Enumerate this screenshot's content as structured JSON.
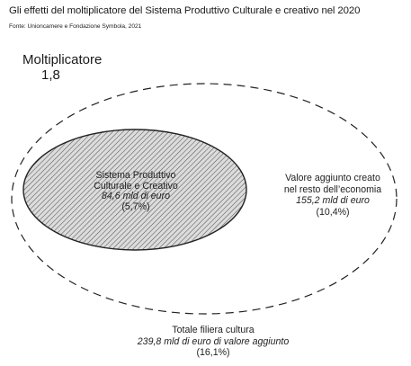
{
  "header": {
    "title": "Gli effetti del moltiplicatore del Sistema Produttivo Culturale e creativo nel 2020",
    "source": "Fonte: Unioncamere e Fondazione Symbola, 2021"
  },
  "multiplier": {
    "label": "Moltiplicatore",
    "value": "1,8"
  },
  "inner_ellipse": {
    "line1": "Sistema Produttivo",
    "line2": "Culturale e Creativo",
    "value": "84,6 mld di euro",
    "share": "(5,7%)"
  },
  "outer_ellipse": {
    "line1": "Valore aggiunto creato",
    "line2": "nel resto dell’economia",
    "value": "155,2 mld di euro",
    "share": "(10,4%)"
  },
  "total": {
    "line1": "Totale filiera cultura",
    "value": "239,8 mld di euro di valore aggiunto",
    "share": "(16,1%)"
  },
  "colors": {
    "text": "#1a1a1a",
    "ellipse_stroke": "#222222",
    "hatch_fill": "#dcdcdc",
    "hatch_line": "#555555"
  }
}
